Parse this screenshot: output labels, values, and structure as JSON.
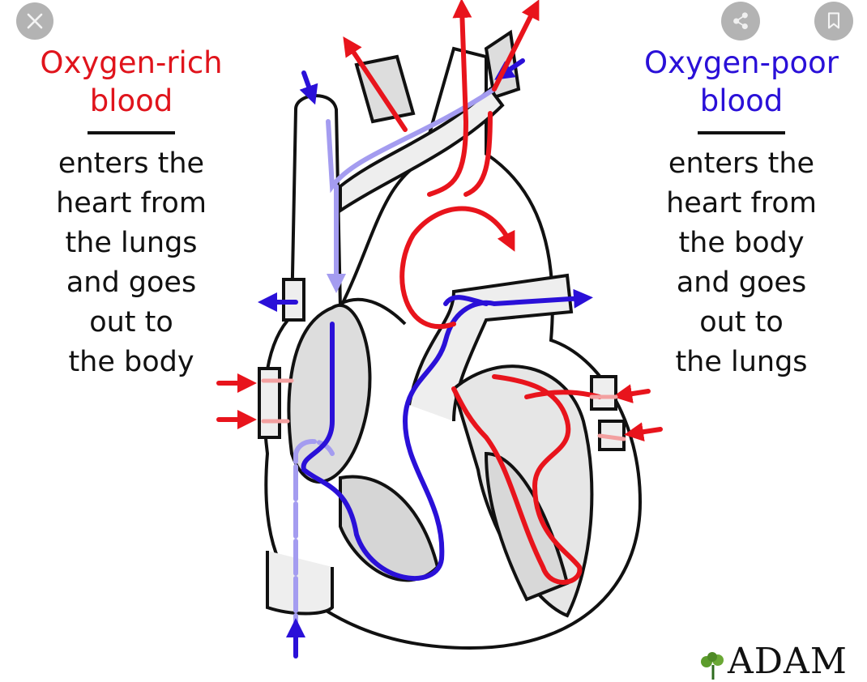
{
  "left_caption": {
    "title": [
      "Oxygen-rich",
      "blood"
    ],
    "body": [
      "enters the",
      "heart from",
      "the lungs",
      "and goes",
      "out to",
      "the body"
    ]
  },
  "right_caption": {
    "title": [
      "Oxygen-poor",
      "blood"
    ],
    "body": [
      "enters the",
      "heart from",
      "the body",
      "and goes",
      "out to",
      "the lungs"
    ]
  },
  "logo": "ADAM",
  "colors": {
    "oxygen_rich": "#e8141c",
    "oxygen_poor": "#2a10d8",
    "vena_cava_flow": "#a49cf0",
    "overlay_button": "#969696"
  },
  "controls": {
    "close": "close-icon",
    "share": "share-icon",
    "bookmark": "bookmark-icon"
  }
}
